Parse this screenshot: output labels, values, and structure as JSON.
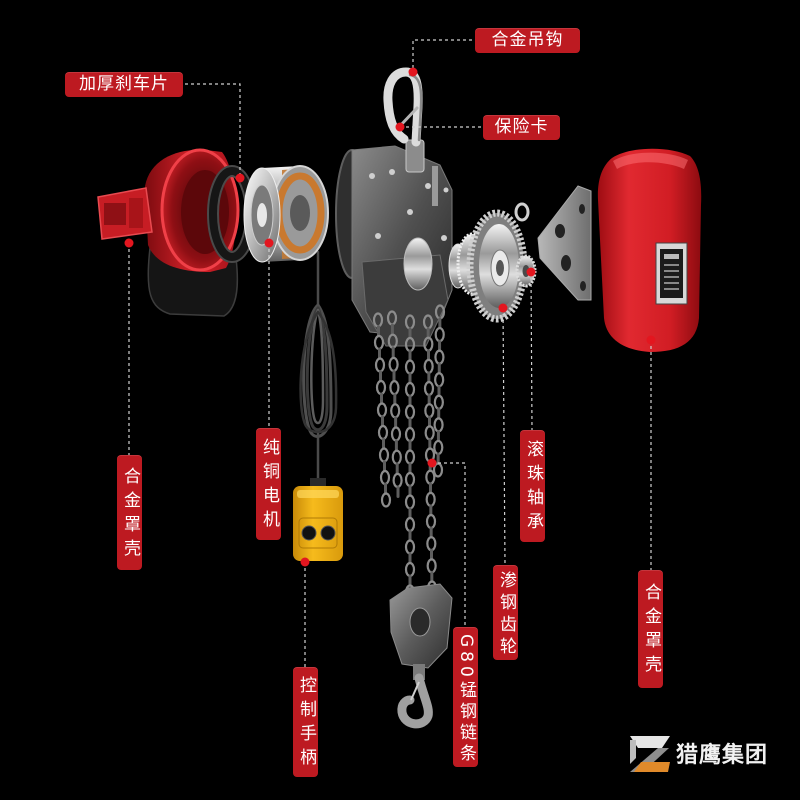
{
  "labels": {
    "alloy_hook": "合金吊钩",
    "brake_pad": "加厚刹车片",
    "safety_latch": "保险卡",
    "left_alloy_cover": "合金罩壳",
    "copper_motor": "纯铜电机",
    "ball_bearing": "滚珠轴承",
    "carburized_gear": "渗钢齿轮",
    "right_alloy_cover": "合金罩壳",
    "manganese_chain": "G80锰钢链条",
    "control_handle": "控制手柄"
  },
  "brand": {
    "name": "猎鹰集团",
    "logo_icon": "z-logo-icon"
  },
  "colors": {
    "background": "#000000",
    "label_background": "#bd1a21",
    "label_text": "#ffffff",
    "callout_dot": "#e3161f",
    "leader_line": "#d0d0d0",
    "housing_red": "#d8232a",
    "handle_yellow": "#f6bb1c"
  }
}
